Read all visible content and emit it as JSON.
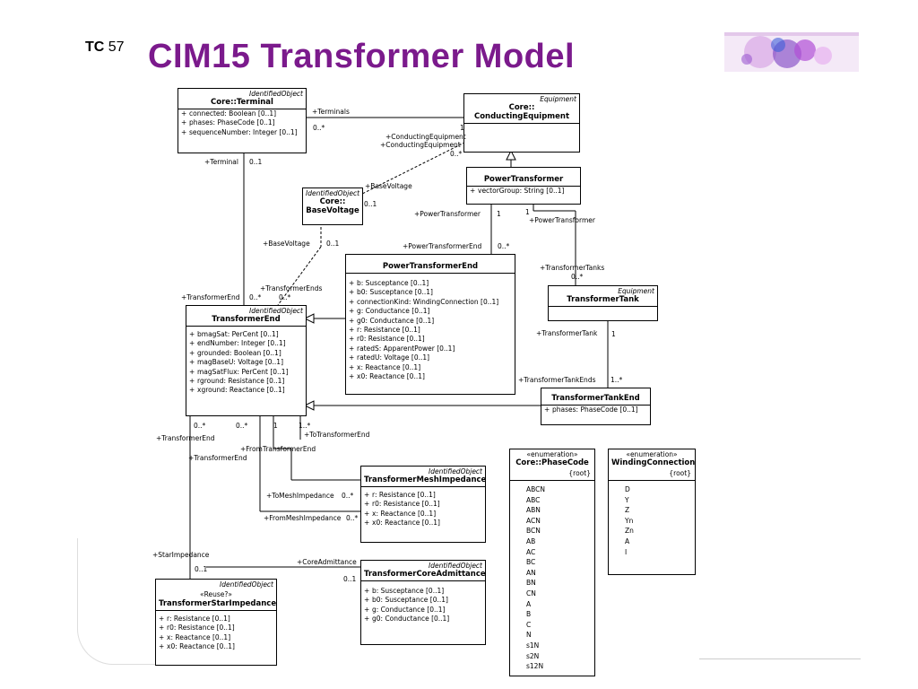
{
  "header": {
    "tc_label": "TC",
    "tc_number": "57",
    "title": "CIM15 Transformer Model"
  },
  "classes": {
    "terminal": {
      "stereotype": "IdentifiedObject",
      "name": "Core::Terminal",
      "attributes": [
        "connected: Boolean [0..1]",
        "phases: PhaseCode [0..1]",
        "sequenceNumber: Integer [0..1]"
      ]
    },
    "conducting": {
      "stereotype": "Equipment",
      "name1": "Core::",
      "name2": "ConductingEquipment"
    },
    "power_transformer": {
      "name": "PowerTransformer",
      "attributes": [
        "vectorGroup: String [0..1]"
      ]
    },
    "base_voltage": {
      "stereotype": "IdentifiedObject",
      "name1": "Core::",
      "name2": "BaseVoltage"
    },
    "pte": {
      "name": "PowerTransformerEnd",
      "attributes": [
        "b: Susceptance [0..1]",
        "b0: Susceptance [0..1]",
        "connectionKind: WindingConnection [0..1]",
        "g: Conductance [0..1]",
        "g0: Conductance [0..1]",
        "r: Resistance [0..1]",
        "r0: Resistance [0..1]",
        "ratedS: ApparentPower [0..1]",
        "ratedU: Voltage [0..1]",
        "x: Reactance [0..1]",
        "x0: Reactance [0..1]"
      ]
    },
    "tank": {
      "stereotype": "Equipment",
      "name": "TransformerTank"
    },
    "tend": {
      "stereotype": "IdentifiedObject",
      "name": "TransformerEnd",
      "attributes": [
        "bmagSat: PerCent [0..1]",
        "endNumber: Integer [0..1]",
        "grounded: Boolean [0..1]",
        "magBaseU: Voltage [0..1]",
        "magSatFlux: PerCent [0..1]",
        "rground: Resistance [0..1]",
        "xground: Reactance [0..1]"
      ]
    },
    "tank_end": {
      "name": "TransformerTankEnd",
      "attributes": [
        "phases: PhaseCode [0..1]"
      ]
    },
    "mesh": {
      "stereotype": "IdentifiedObject",
      "name": "TransformerMeshImpedance",
      "attributes": [
        "r: Resistance [0..1]",
        "r0: Resistance [0..1]",
        "x: Reactance [0..1]",
        "x0: Reactance [0..1]"
      ]
    },
    "core_adm": {
      "stereotype": "IdentifiedObject",
      "name": "TransformerCoreAdmittance",
      "attributes": [
        "b: Susceptance [0..1]",
        "b0: Susceptance [0..1]",
        "g: Conductance [0..1]",
        "g0: Conductance [0..1]"
      ]
    },
    "star": {
      "stereotype": "IdentifiedObject",
      "sub": "«Reuse?»",
      "name": "TransformerStarImpedance",
      "attributes": [
        "r: Resistance [0..1]",
        "r0: Resistance [0..1]",
        "x: Reactance [0..1]",
        "x0: Reactance [0..1]"
      ]
    },
    "phase_code": {
      "stereotype": "«enumeration»",
      "name": "Core::PhaseCode",
      "root": "{root}",
      "literals": [
        "ABCN",
        "ABC",
        "ABN",
        "ACN",
        "BCN",
        "AB",
        "AC",
        "BC",
        "AN",
        "BN",
        "CN",
        "A",
        "B",
        "C",
        "N",
        "s1N",
        "s2N",
        "s12N"
      ]
    },
    "winding": {
      "stereotype": "«enumeration»",
      "name": "WindingConnection",
      "root": "{root}",
      "literals": [
        "D",
        "Y",
        "Z",
        "Yn",
        "Zn",
        "A",
        "I"
      ]
    }
  },
  "labels": {
    "terminals": "+Terminals",
    "terminals_mult": "0..*",
    "conducting_mult": "1",
    "conducting_eq1": "+ConductingEquipment",
    "conducting_eq2": "+ConductingEquipment",
    "conducting_mult2": "0..*",
    "terminal_role": "+Terminal",
    "terminal_mult": "0..1",
    "base_voltage_role": "+BaseVoltage",
    "base_voltage_mult": "0..1",
    "pt_role_left": "+PowerTransformer",
    "pt_mult_left": "1",
    "pt_mult_right": "1",
    "pt_role_right": "+PowerTransformer",
    "base_voltage2": "+BaseVoltage",
    "base_voltage2_mult": "0..1",
    "pte_role": "+PowerTransformerEnd",
    "pte_mult": "0..*",
    "tanks_role": "+TransformerTanks",
    "tanks_mult": "0..*",
    "tends_role": "+TransformerEnds",
    "tend_role_left": "+TransformerEnd",
    "tend_mult_left": "0..*",
    "tends_mult": "0..*",
    "tank_role": "+TransformerTank",
    "tank_mult": "1",
    "tank_end_role": "+TransformerTankEnds",
    "tank_end_mult": "1..*",
    "te_mult_a": "0..*",
    "te_mult_b": "0..*",
    "te_mult_c": "1",
    "te_mult_d": "1..*",
    "to_te": "+ToTransformerEnd",
    "te_role_a": "+TransformerEnd",
    "from_te": "+FromTransformerEnd",
    "te_role_b": "+TransformerEnd",
    "to_mesh": "+ToMeshImpedance",
    "to_mesh_mult": "0..*",
    "from_mesh": "+FromMeshImpedance",
    "from_mesh_mult": "0..*",
    "core_adm_role": "+CoreAdmittance",
    "core_adm_mult": "0..1",
    "star_role": "+StarImpedance",
    "star_mult": "0..1"
  }
}
